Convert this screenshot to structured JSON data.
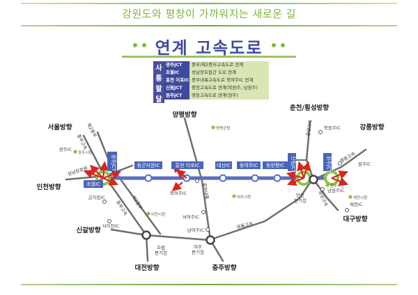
{
  "header": {
    "subtitle": "강원도와 평창이 가까워지는 새로운 길",
    "title": "연계 고속도로"
  },
  "legend": {
    "side_chars": [
      "사",
      "통",
      "팔",
      "달"
    ],
    "rows": [
      {
        "name": "광주JCT",
        "desc": "중부/제2중부고속도로 연계"
      },
      {
        "name": "초월IC",
        "desc": "성남장호원간 도로 연계"
      },
      {
        "name": "흥천 이포IC",
        "desc": "중부내륙고속도로 북여주IC 연계"
      },
      {
        "name": "신림JCT",
        "desc": "중앙고속도로 연계(북원주, 남원주)"
      },
      {
        "name": "원주JCT",
        "desc": "영동고속도로 연계(원주)"
      }
    ]
  },
  "colors": {
    "main_road": "#5a6cc4",
    "road": "#6e6e6e",
    "ic_box": "#4a64b8",
    "jct_ring": "#8cc63f",
    "arrow": "#d8261c",
    "town_dot": "#8cc63f",
    "accent_green": "#7bb63a",
    "accent_blue": "#3f4aa0"
  },
  "map": {
    "directions": [
      {
        "name": "seoul",
        "text": "서울방향"
      },
      {
        "name": "incheon",
        "text": "인천방향"
      },
      {
        "name": "singal",
        "text": "신갈방향"
      },
      {
        "name": "daejeon",
        "text": "대전방향"
      },
      {
        "name": "yangpyeong",
        "text": "양평방향"
      },
      {
        "name": "chungju",
        "text": "충주방향"
      },
      {
        "name": "chuncheon",
        "text": "춘천/횡성방향"
      },
      {
        "name": "gangneung",
        "text": "강릉방향"
      },
      {
        "name": "daegu",
        "text": "대구방향"
      }
    ],
    "ic_boxes": [
      {
        "name": "gwangju-jct",
        "text": "광주JCT",
        "vertical": true
      },
      {
        "name": "dongon-jiam",
        "text": "동곤지암IC"
      },
      {
        "name": "heungcheon-ipo",
        "text": "흥천 이포IC"
      },
      {
        "name": "daesin",
        "text": "대신IC"
      },
      {
        "name": "dongyeoju",
        "text": "동여주IC"
      },
      {
        "name": "dongyangpyeong",
        "text": "동양평IC"
      },
      {
        "name": "sinrim-jct",
        "text": "신림JCT",
        "vertical": true
      },
      {
        "name": "wonju-jct",
        "text": "원주JCT",
        "vertical": true
      },
      {
        "name": "chowol",
        "text": "초월IC"
      }
    ],
    "ic_labels": [
      {
        "name": "gwangju-ic",
        "text": "광주IC"
      },
      {
        "name": "gonjiam-ic",
        "text": "곤지암IC"
      },
      {
        "name": "seoicheon-ic",
        "text": "서이천IC"
      },
      {
        "name": "bukyeoju-ic",
        "text": "북여주IC"
      },
      {
        "name": "seoyeoju-ic",
        "text": "서여주IC"
      },
      {
        "name": "namyeoju-ic",
        "text": "남여주IC"
      },
      {
        "name": "bukwonju-ic",
        "text": "북원주IC"
      },
      {
        "name": "namwonju-ic",
        "text": "남원주IC"
      },
      {
        "name": "wonju-ic",
        "text": "원주IC"
      },
      {
        "name": "jecheon-ic",
        "text": "제천IC"
      }
    ],
    "junctions": [
      {
        "name": "hobeop",
        "text": "호법\n분기점"
      },
      {
        "name": "yeoju",
        "text": "여주\n분기점"
      },
      {
        "name": "manjong",
        "text": "만종\n분기점"
      }
    ],
    "towns": [
      {
        "name": "gwangju-city",
        "text": "광주시청"
      },
      {
        "name": "yangpyeong-county",
        "text": "양평군청"
      },
      {
        "name": "icheon-city",
        "text": "이천시청"
      },
      {
        "name": "yeoju-city",
        "text": "여주시청"
      },
      {
        "name": "wonju-city",
        "text": "원주시청"
      },
      {
        "name": "jecheon-city",
        "text": "제천시청"
      }
    ],
    "road_names": [
      {
        "name": "jungbu2",
        "text": "제2중부"
      },
      {
        "name": "jungbu",
        "text": "중부고속"
      },
      {
        "name": "seongnam-jangho",
        "text": "성남장호원"
      },
      {
        "name": "jungbu-rev",
        "text": "중부고속"
      },
      {
        "name": "jungbu2-rev",
        "text": "제2중부"
      },
      {
        "name": "jungbu-naeryuk",
        "text": "중부내륙"
      },
      {
        "name": "yeongdong",
        "text": "영동고속"
      },
      {
        "name": "jungang",
        "text": "중앙고속"
      },
      {
        "name": "jungang2",
        "text": "중앙고속"
      },
      {
        "name": "yeongdong2",
        "text": "영동고속"
      }
    ]
  }
}
